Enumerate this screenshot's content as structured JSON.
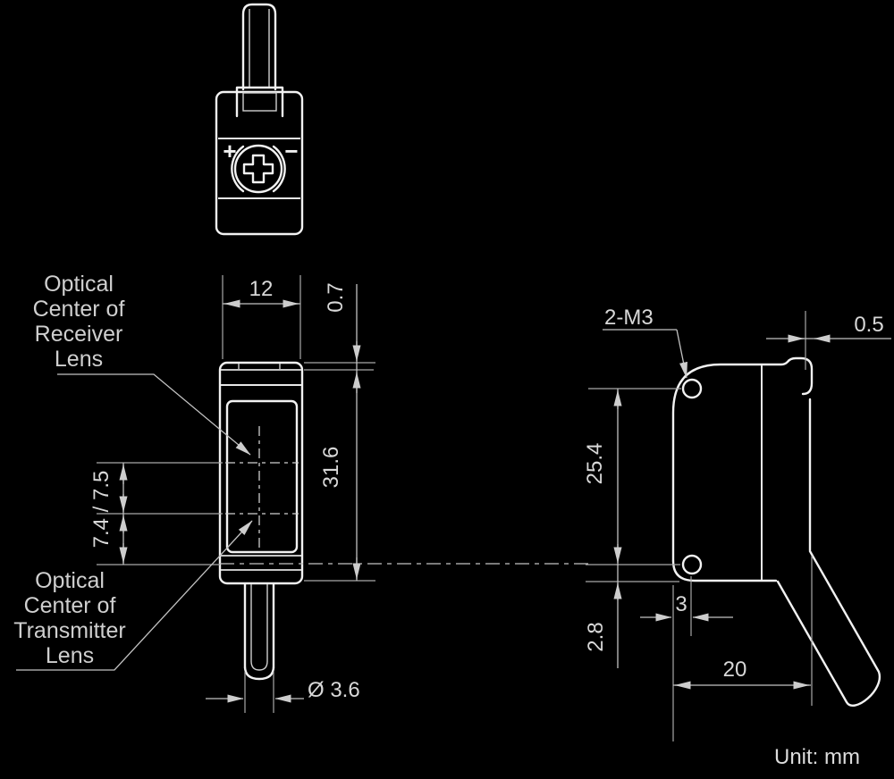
{
  "unit_note": "Unit: mm",
  "labels": {
    "receiver": [
      "Optical",
      "Center of",
      "Receiver",
      "Lens"
    ],
    "transmitter": [
      "Optical",
      "Center of",
      "Transmitter",
      "Lens"
    ]
  },
  "dimensions": {
    "top_width": "12",
    "top_lip": "0.7",
    "body_height": "31.6",
    "optical_centers": "7.4 / 7.5",
    "cable_diameter": "Ø 3.6",
    "mounting_holes": "2-M3",
    "front_lip": "0.5",
    "hole_pitch": "25.4",
    "hole_edge_offset": "3",
    "bottom_offset": "2.8",
    "body_depth": "20"
  },
  "symbols": {
    "plus": "+",
    "minus": "−"
  },
  "colors": {
    "background": "#000000",
    "body_line": "#f2f2f2",
    "dimension_line": "#c2c2c2",
    "text": "#d8d8d8"
  }
}
